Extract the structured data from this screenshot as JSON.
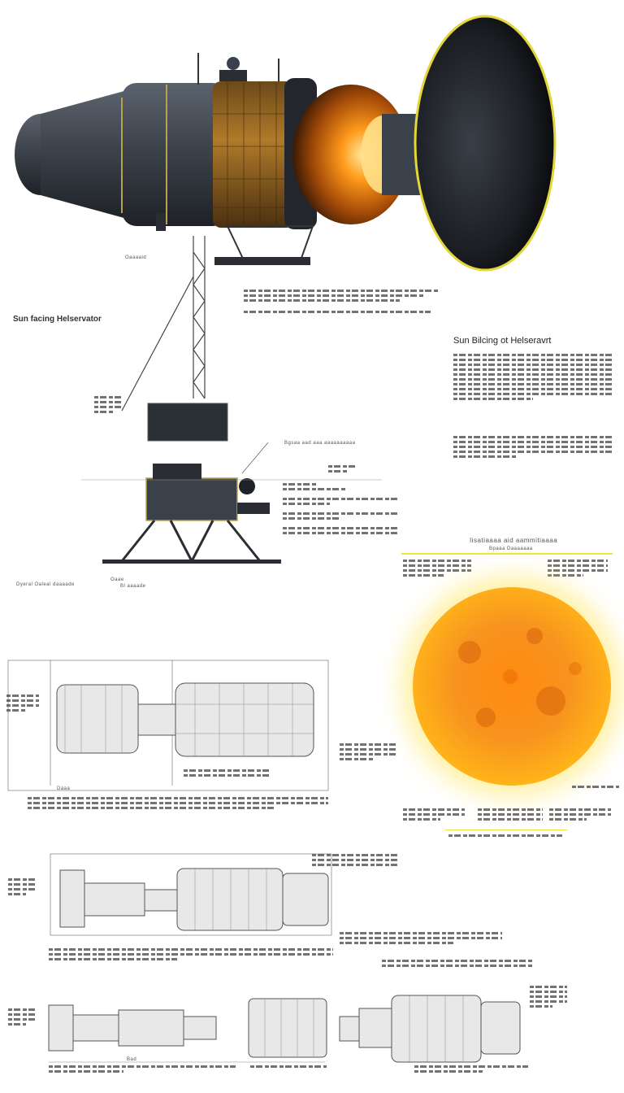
{
  "labels": {
    "top_caption": "Oaaaaid",
    "left_title": "Sun facing Helservator",
    "right_title": "Sun Bilcing ot Helseravrt",
    "tower_label": "Dyeral Oaleal daaaade",
    "tower_base_label": "Oaae",
    "tower_base_sub": "Bl aaaade",
    "platform_label": "Bgsaa aad aaa aaaaaaaaaa",
    "sun_header": "Iisatiaaaa aid aammitiaaaa",
    "sun_sub": "Bpaaa Daaaaaaa",
    "bottom_label_1": "Daaa",
    "bottom_label_2": "Bad"
  },
  "colors": {
    "hull": "#3d434c",
    "hull_dark": "#262a30",
    "gold_panel": "#b07a2a",
    "glow": "#ff9a1a",
    "sun_core": "#f7931e",
    "sun_edge": "#ffd21a",
    "accent_yellow": "#f2e23a",
    "dish": "#1c1f24"
  }
}
